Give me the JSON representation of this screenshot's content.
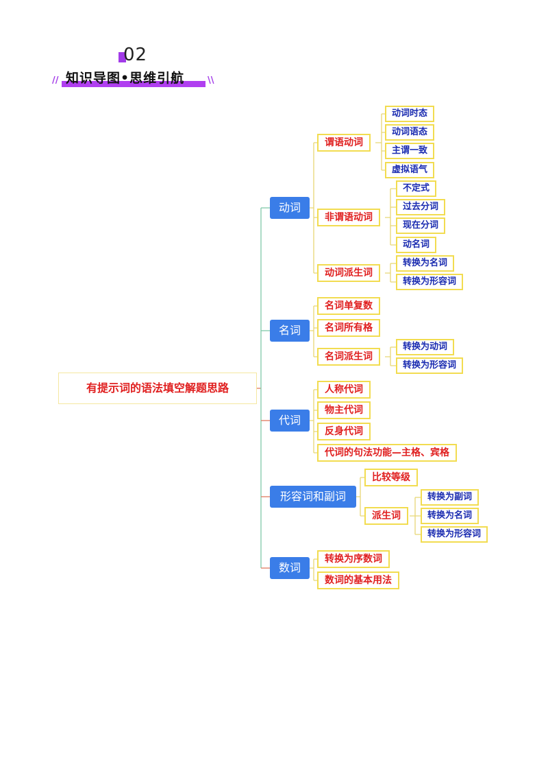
{
  "header": {
    "number": "02",
    "title": "知识导图•思维引航"
  },
  "root": {
    "label": "有提示词的语法填空解题思路"
  },
  "categories": [
    {
      "label": "动词",
      "subs": [
        {
          "label": "谓语动词",
          "leaves": [
            "动词时态",
            "动词语态",
            "主谓一致",
            "虚拟语气"
          ]
        },
        {
          "label": "非谓语动词",
          "leaves": [
            "不定式",
            "过去分词",
            "现在分词",
            "动名词"
          ]
        },
        {
          "label": "动词派生词",
          "leaves": [
            "转换为名词",
            "转换为形容词"
          ]
        }
      ]
    },
    {
      "label": "名词",
      "subs": [
        {
          "label": "名词单复数",
          "leaves": []
        },
        {
          "label": "名词所有格",
          "leaves": []
        },
        {
          "label": "名词派生词",
          "leaves": [
            "转换为动词",
            "转换为形容词"
          ]
        }
      ]
    },
    {
      "label": "代词",
      "subs": [
        {
          "label": "人称代词",
          "leaves": []
        },
        {
          "label": "物主代词",
          "leaves": []
        },
        {
          "label": "反身代词",
          "leaves": []
        },
        {
          "label": "代词的句法功能—主格、宾格",
          "leaves": []
        }
      ]
    },
    {
      "label": "形容词和副词",
      "subs": [
        {
          "label": "比较等级",
          "leaves": []
        },
        {
          "label": "派生词",
          "leaves": [
            "转换为副词",
            "转换为名词",
            "转换为形容词"
          ]
        }
      ]
    },
    {
      "label": "数词",
      "subs": [
        {
          "label": "转换为序数词",
          "leaves": []
        },
        {
          "label": "数词的基本用法",
          "leaves": []
        }
      ]
    }
  ]
}
